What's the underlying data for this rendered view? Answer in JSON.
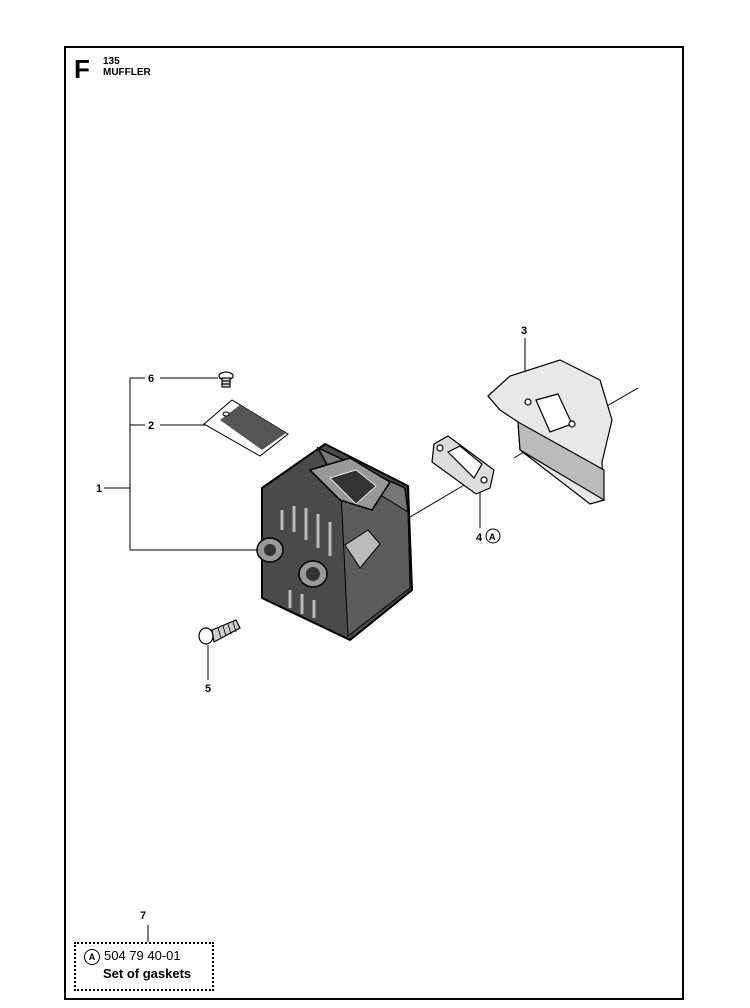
{
  "header": {
    "section_letter": "F",
    "model": "135",
    "title": "MUFFLER"
  },
  "callouts": {
    "c1": "1",
    "c2": "2",
    "c3": "3",
    "c4": "4",
    "c4_marker": "A",
    "c5": "5",
    "c6": "6"
  },
  "kit": {
    "item": "7",
    "marker": "A",
    "part_number": "504 79 40-01",
    "description": "Set of gaskets"
  }
}
